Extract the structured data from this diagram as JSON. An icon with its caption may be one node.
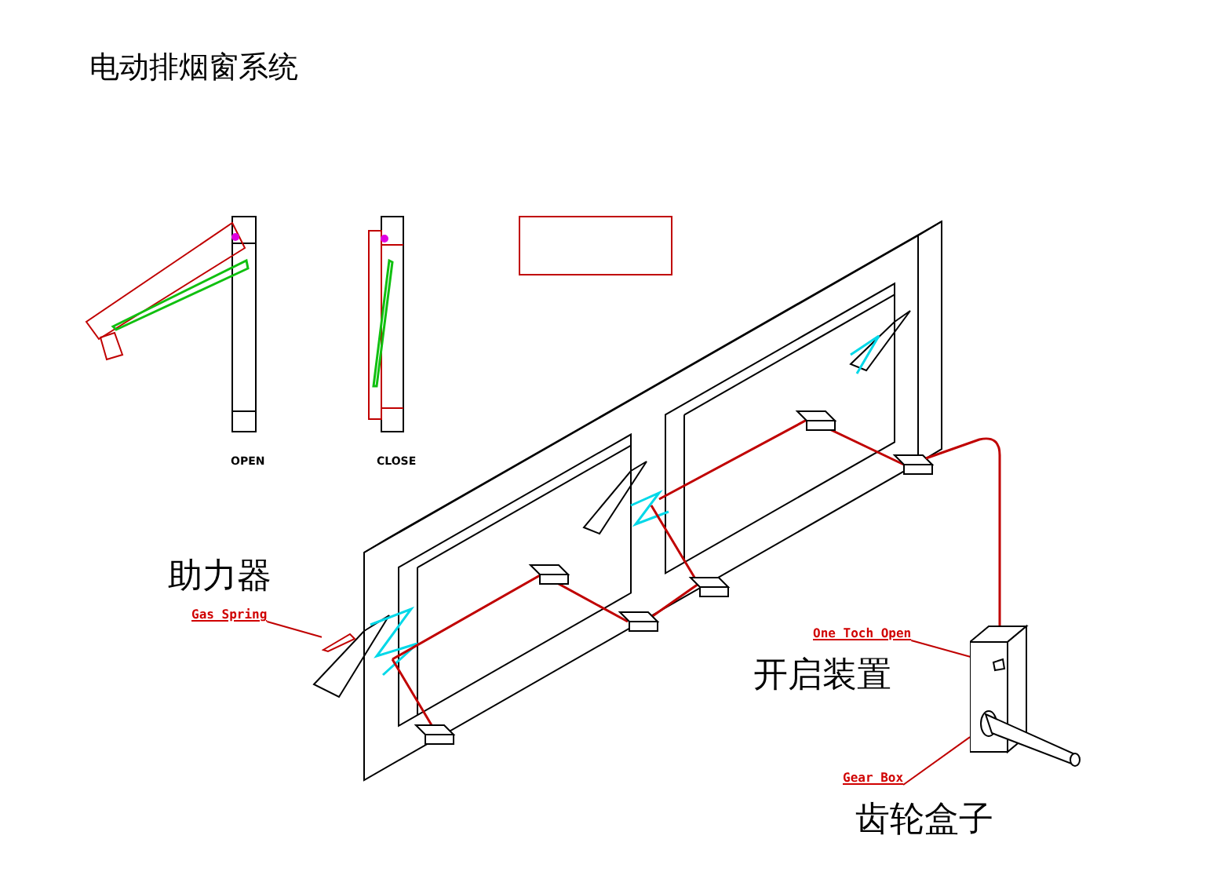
{
  "diagram": {
    "title": "电动排烟窗系统",
    "nodes": [
      {
        "text": [
          "Gas Spring"
        ]
      },
      {
        "text": [],
        "shape": "picture"
      },
      {
        "text": [
          "One Toch Open"
        ]
      },
      {
        "text": [],
        "shape": "box"
      },
      {
        "text": [],
        "shape": "box",
        "in": 3
      },
      {
        "text": [
          "Gear Box"
        ]
      }
    ],
    "edges": [
      {
        "from": 0,
        "to": 1,
        "arrow": "none"
      },
      {
        "from": 2,
        "to": 4,
        "arrow": "none"
      },
      {
        "from": 5,
        "to": 3,
        "arrow": "none"
      }
    ],
    "labels": [
      "OPEN",
      "CLOSE",
      "助力器",
      "开启装置",
      "齿轮盒子"
    ]
  }
}
